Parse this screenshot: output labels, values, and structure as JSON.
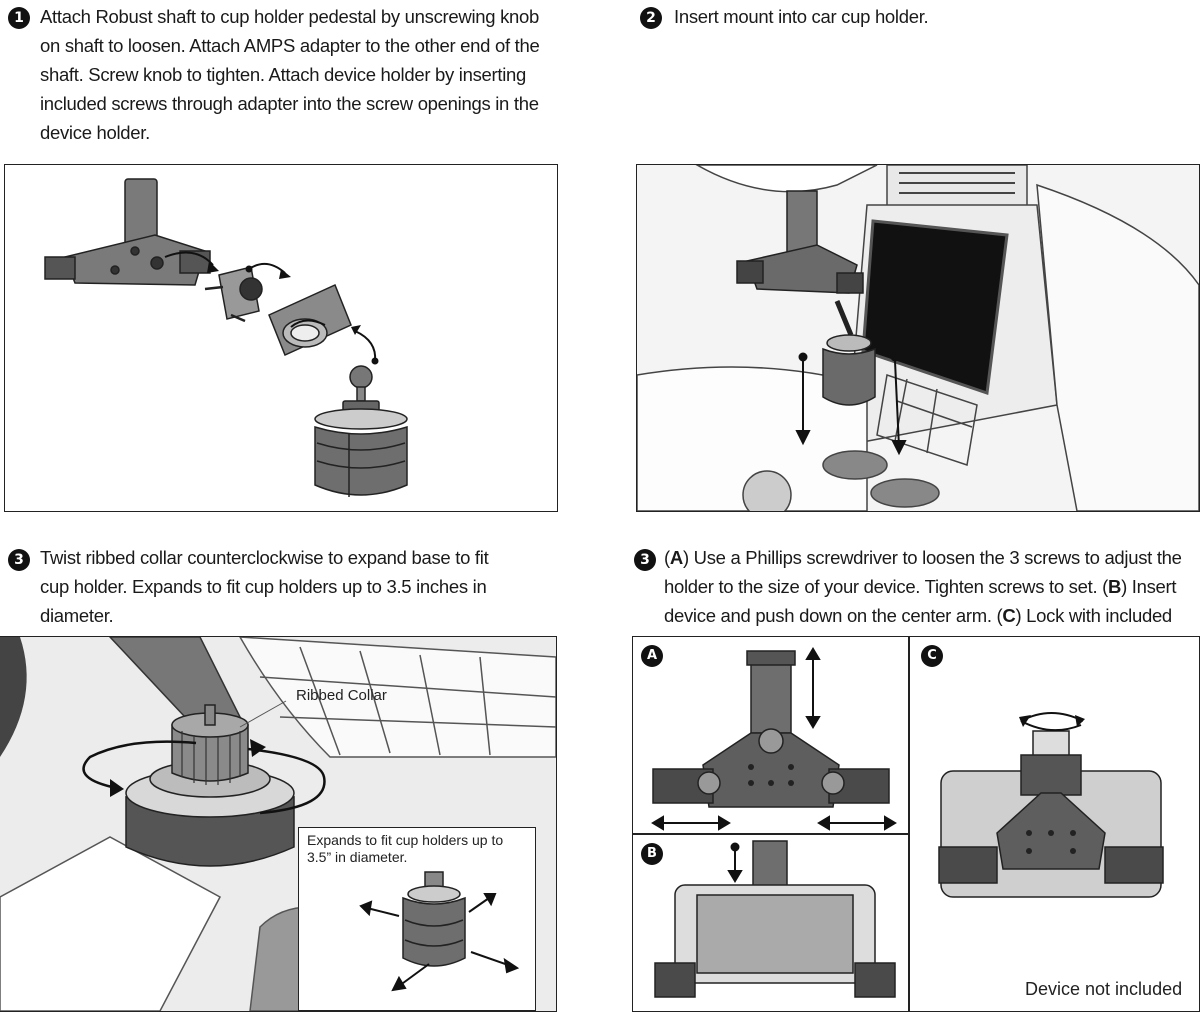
{
  "steps": [
    {
      "number": "1",
      "text": "Attach Robust shaft to cup holder pedestal by unscrewing knob on shaft to loosen. Attach AMPS adapter to the other end of the shaft. Screw knob to tighten. Attach device holder by inserting included screws through adapter into the screw openings in the device holder."
    },
    {
      "number": "2",
      "text": "Insert mount into car cup holder."
    },
    {
      "number": "3",
      "text": "Twist ribbed collar counterclockwise to expand base to fit cup holder. Expands to fit cup holders up to 3.5 inches in diameter."
    },
    {
      "number": "3",
      "text_parts": [
        "(",
        "A",
        ") Use a Phillips screwdriver to loosen the 3 screws to adjust the holder to the size of your device. Tighten screws to set. (",
        "B",
        ") Insert device and push down on the center arm. (",
        "C",
        ") Lock with included key."
      ]
    }
  ],
  "labels": {
    "ribbed_collar": "Ribbed Collar",
    "expands_note": "Expands to fit cup holders up to 3.5” in diameter.",
    "device_not_included": "Device not included",
    "panel_a": "A",
    "panel_b": "B",
    "panel_c": "C"
  }
}
